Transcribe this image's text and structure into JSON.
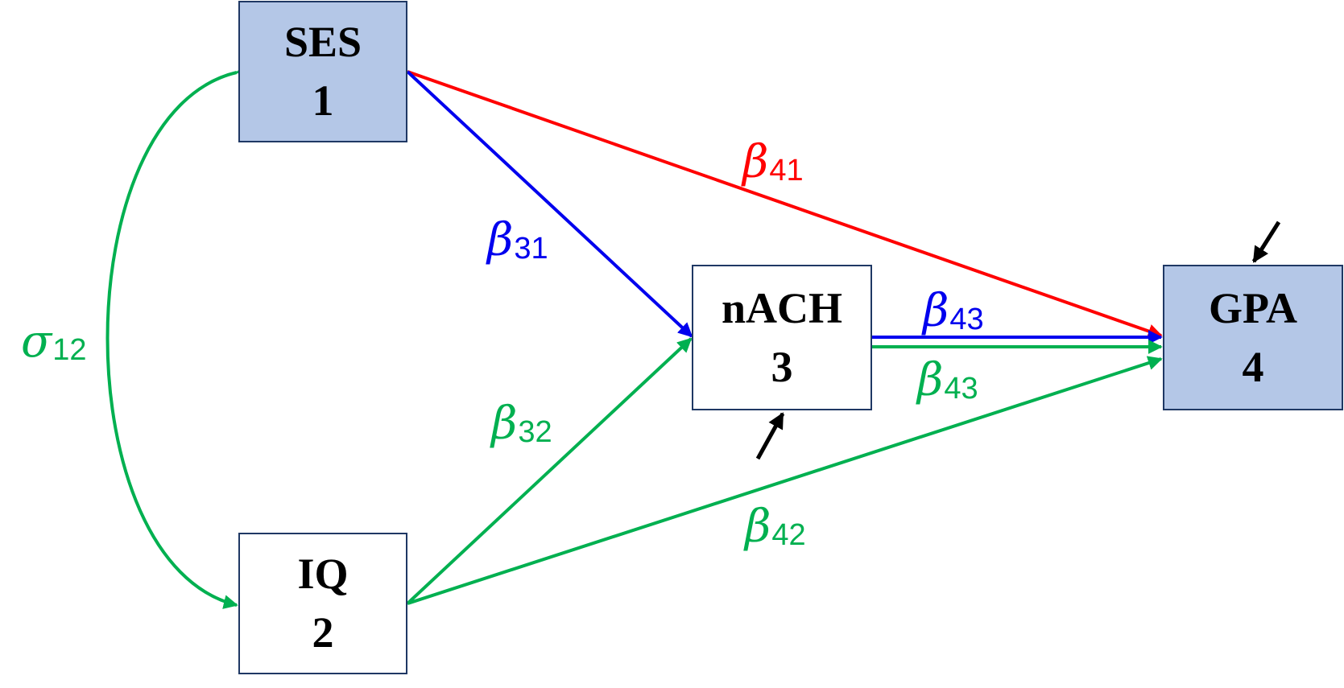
{
  "nodes": {
    "ses": {
      "name": "SES",
      "number": "1",
      "fill": "#b4c7e7"
    },
    "iq": {
      "name": "IQ",
      "number": "2",
      "fill": "#ffffff"
    },
    "nach": {
      "name": "nACH",
      "number": "3",
      "fill": "#ffffff"
    },
    "gpa": {
      "name": "GPA",
      "number": "4",
      "fill": "#b4c7e7"
    }
  },
  "paths": {
    "b41": {
      "symbol": "β",
      "sub": "41",
      "color": "#ff0000"
    },
    "b31": {
      "symbol": "β",
      "sub": "31",
      "color": "#0000ee"
    },
    "b43_blue": {
      "symbol": "β",
      "sub": "43",
      "color": "#0000ee"
    },
    "b43_green": {
      "symbol": "β",
      "sub": "43",
      "color": "#00b050"
    },
    "b32": {
      "symbol": "β",
      "sub": "32",
      "color": "#00b050"
    },
    "b42": {
      "symbol": "β",
      "sub": "42",
      "color": "#00b050"
    },
    "s12": {
      "symbol": "σ",
      "sub": "12",
      "color": "#00b050"
    }
  },
  "colors": {
    "border": "#1f3864",
    "residual": "#000000"
  }
}
